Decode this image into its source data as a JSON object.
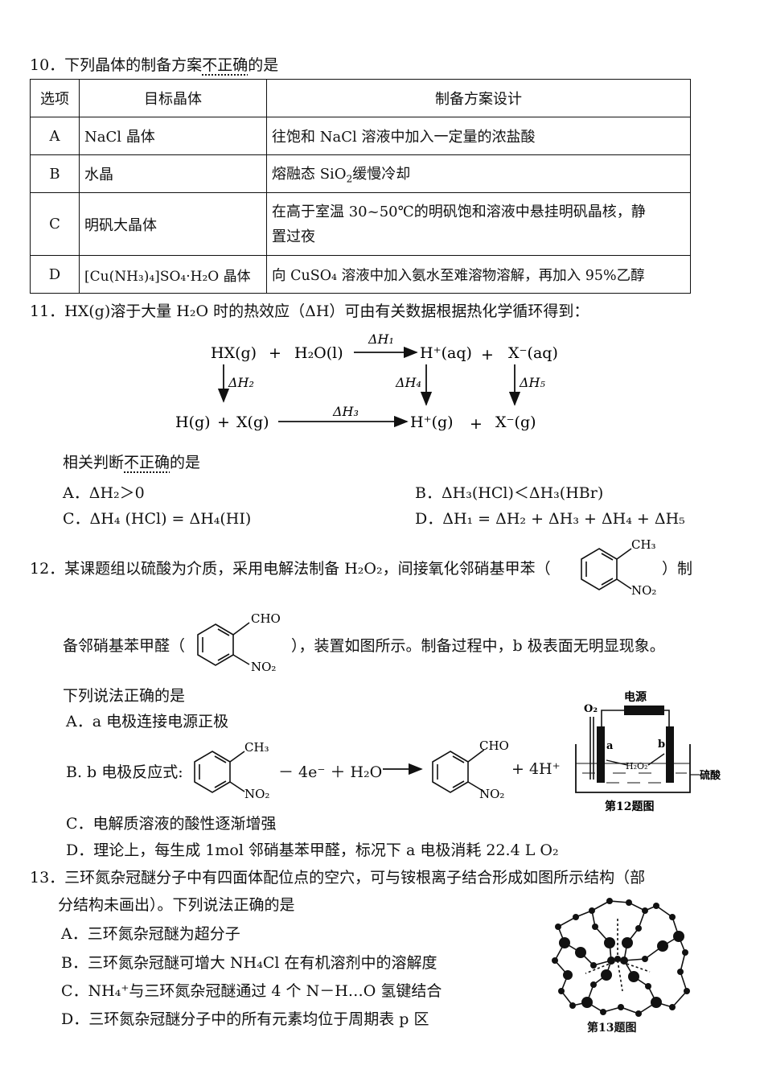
{
  "q10": {
    "stem": "10．下列晶体的制备方案",
    "stem_dot": "不正确",
    "stem_end": "的是",
    "headers": [
      "选项",
      "目标晶体",
      "制备方案设计"
    ],
    "rows": [
      {
        "opt": "A",
        "target": "NaCl 晶体",
        "plan": "往饱和 NaCl 溶液中加入一定量的浓盐酸"
      },
      {
        "opt": "B",
        "target": "水晶",
        "plan_a": "熔融态 SiO",
        "plan_sub": "2",
        "plan_b": "缓慢冷却"
      },
      {
        "opt": "C",
        "target": "明矾大晶体",
        "plan": "在高于室温 30~50℃的明矾饱和溶液中悬挂明矾晶核，静",
        "plan2": "置过夜"
      },
      {
        "opt": "D",
        "target": "[Cu(NH₃)₄]SO₄·H₂O 晶体",
        "plan": "向 CuSO₄ 溶液中加入氨水至难溶物溶解，再加入 95%乙醇"
      }
    ]
  },
  "q11": {
    "stem": "11．HX(g)溶于大量 H₂O 时的热效应（ΔH）可由有关数据根据热化学循环得到：",
    "cycle": {
      "hx": "HX(g)",
      "plus1": "+",
      "h2o": "H₂O(l)",
      "dh1": "ΔH₁",
      "h_aq": "H⁺(aq)",
      "plus2": "+",
      "x_aq": "X⁻(aq)",
      "dh2": "ΔH₂",
      "dh4": "ΔH₄",
      "dh5": "ΔH₅",
      "hg": "H(g)",
      "plus3": "+",
      "xg": "X(g)",
      "dh3": "ΔH₃",
      "h_g": "H⁺(g)",
      "plus4": "+",
      "x_g": "X⁻(g)"
    },
    "sub_stem": "相关判断",
    "sub_dot": "不正确",
    "sub_end": "的是",
    "options": {
      "A": "A．ΔH₂＞0",
      "B": "B．ΔH₃(HCl)＜ΔH₃(HBr)",
      "C": "C．ΔH₄ (HCl) = ΔH₄(HI)",
      "D": "D．ΔH₁ = ΔH₂ + ΔH₃ + ΔH₄ + ΔH₅"
    }
  },
  "q12": {
    "stem_a": "12．某课题组以硫酸为介质，采用电解法制备 H₂O₂，间接氧化邻硝基甲苯（",
    "stem_b": "）制",
    "line2_a": "备邻硝基苯甲醛（",
    "line2_b": "），装置如图所示。制备过程中，b 极表面无明显现象。",
    "sub_stem": "下列说法正确的是",
    "A": "A．a 电极连接电源正极",
    "B_label": "B. b 电极反应式:",
    "B_mid": "－ 4e⁻ ＋ H₂O",
    "B_end": "+ 4H⁺",
    "C": "C．电解质溶液的酸性逐渐增强",
    "D": "D．理论上，每生成 1mol 邻硝基苯甲醛，标况下 a 电极消耗 22.4 L O₂",
    "ch3": "CH₃",
    "no2": "NO₂",
    "cho": "CHO",
    "figure": {
      "power": "电源",
      "o2": "O₂",
      "a": "a",
      "b": "b",
      "h2o2": "H₂O₂",
      "acid": "硫酸",
      "caption": "第12题图"
    }
  },
  "q13": {
    "line1": "13．三环氮杂冠醚分子中有四面体配位点的空穴，可与铵根离子结合形成如图所示结构（部",
    "line2": "分结构未画出）。下列说法正确的是",
    "A": "A．三环氮杂冠醚为超分子",
    "B": "B．三环氮杂冠醚可增大 NH₄Cl 在有机溶剂中的溶解度",
    "C": "C．NH₄⁺与三环氮杂冠醚通过 4 个 N－H…O 氢键结合",
    "D": "D．三环氮杂冠醚分子中的所有元素均位于周期表 p 区",
    "caption": "第13题图"
  }
}
